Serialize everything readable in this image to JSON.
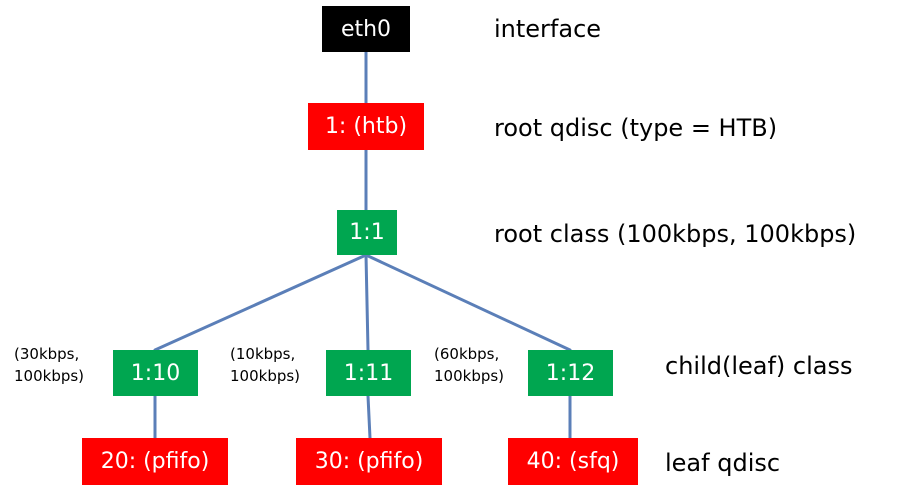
{
  "colors": {
    "interface_fill": "#000000",
    "qdisc_fill": "#ff0000",
    "class_fill": "#00a650",
    "edge_color": "#5b7fb8"
  },
  "nodes": {
    "eth0": "eth0",
    "root_qdisc": "1: (htb)",
    "root_class": "1:1",
    "child_10": "1:10",
    "child_11": "1:11",
    "child_12": "1:12",
    "leaf_20": "20: (pfifo)",
    "leaf_30": "30: (pfifo)",
    "leaf_40": "40: (sfq)"
  },
  "rates": {
    "child_10": [
      "(30kbps,",
      "100kbps)"
    ],
    "child_11": [
      "(10kbps,",
      "100kbps)"
    ],
    "child_12": [
      "(60kbps,",
      "100kbps)"
    ]
  },
  "labels": {
    "interface": "interface",
    "root_qdisc": "root qdisc (type = HTB)",
    "root_class": "root class (100kbps, 100kbps)",
    "child_class": "child(leaf) class",
    "leaf_qdisc": "leaf qdisc"
  }
}
